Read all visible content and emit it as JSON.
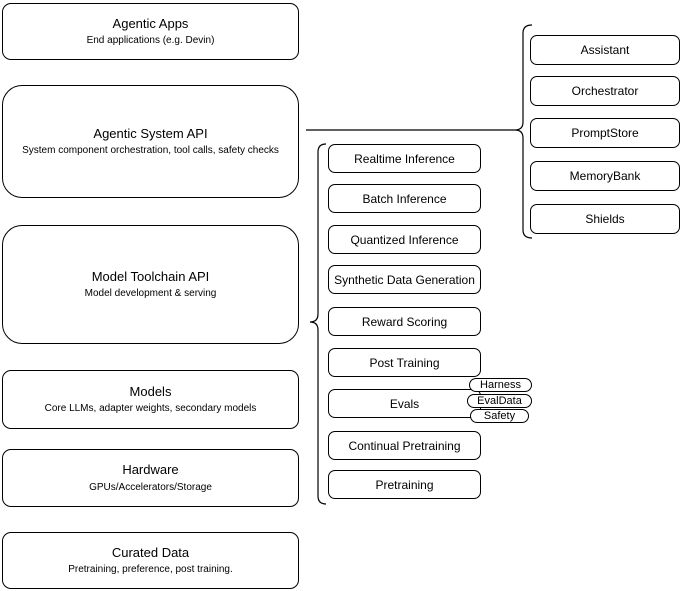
{
  "colors": {
    "stroke": "#000000",
    "background": "#ffffff",
    "text": "#000000"
  },
  "left_column": [
    {
      "title": "Agentic Apps",
      "subtitle": "End applications (e.g. Devin)"
    },
    {
      "title": "Agentic System API",
      "subtitle": "System component orchestration, tool calls, safety checks"
    },
    {
      "title": "Model Toolchain API",
      "subtitle": "Model development & serving"
    },
    {
      "title": "Models",
      "subtitle": "Core LLMs, adapter weights, secondary models"
    },
    {
      "title": "Hardware",
      "subtitle": "GPUs/Accelerators/Storage"
    },
    {
      "title": "Curated Data",
      "subtitle": "Pretraining, preference, post training."
    }
  ],
  "toolchain_services": [
    "Realtime Inference",
    "Batch Inference",
    "Quantized Inference",
    "Synthetic Data Generation",
    "Reward Scoring",
    "Post Training",
    "Evals",
    "Continual Pretraining",
    "Pretraining"
  ],
  "system_components": [
    "Assistant",
    "Orchestrator",
    "PromptStore",
    "MemoryBank",
    "Shields"
  ],
  "evals_tags": [
    "Harness",
    "EvalData",
    "Safety"
  ]
}
